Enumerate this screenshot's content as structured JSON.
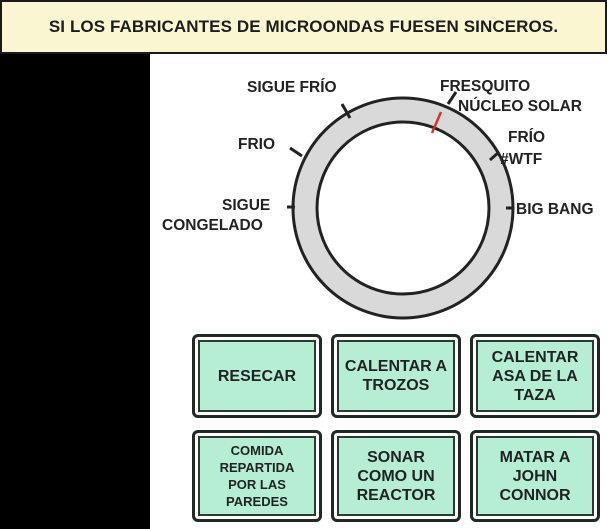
{
  "title": "SI LOS FABRICANTES DE MICROONDAS FUESEN SINCEROS.",
  "dial": {
    "labels": {
      "sigue_frio": "SIGUE FRÍO",
      "fresquito": "FRESQUITO",
      "nucleo_solar": "NÚCLEO SOLAR",
      "frio": "FRIO",
      "frio_wtf_1": "FRÍO",
      "frio_wtf_2": "#WTF",
      "sigue_congelado_1": "SIGUE",
      "sigue_congelado_2": "CONGELADO",
      "big_bang": "BIG BANG"
    },
    "pointer_color": "#d9322f"
  },
  "buttons": [
    {
      "label": "RESECAR"
    },
    {
      "label": "CALENTAR A TROZOS"
    },
    {
      "label": "CALENTAR ASA DE LA TAZA"
    },
    {
      "label": "COMIDA REPARTIDA POR LAS PAREDES"
    },
    {
      "label": "SONAR COMO UN REACTOR"
    },
    {
      "label": "MATAR A JOHN CONNOR"
    }
  ],
  "colors": {
    "title_bg": "#fbf6d2",
    "button_bg": "#b5eed4",
    "dial_ring": "#d9d9d9"
  }
}
